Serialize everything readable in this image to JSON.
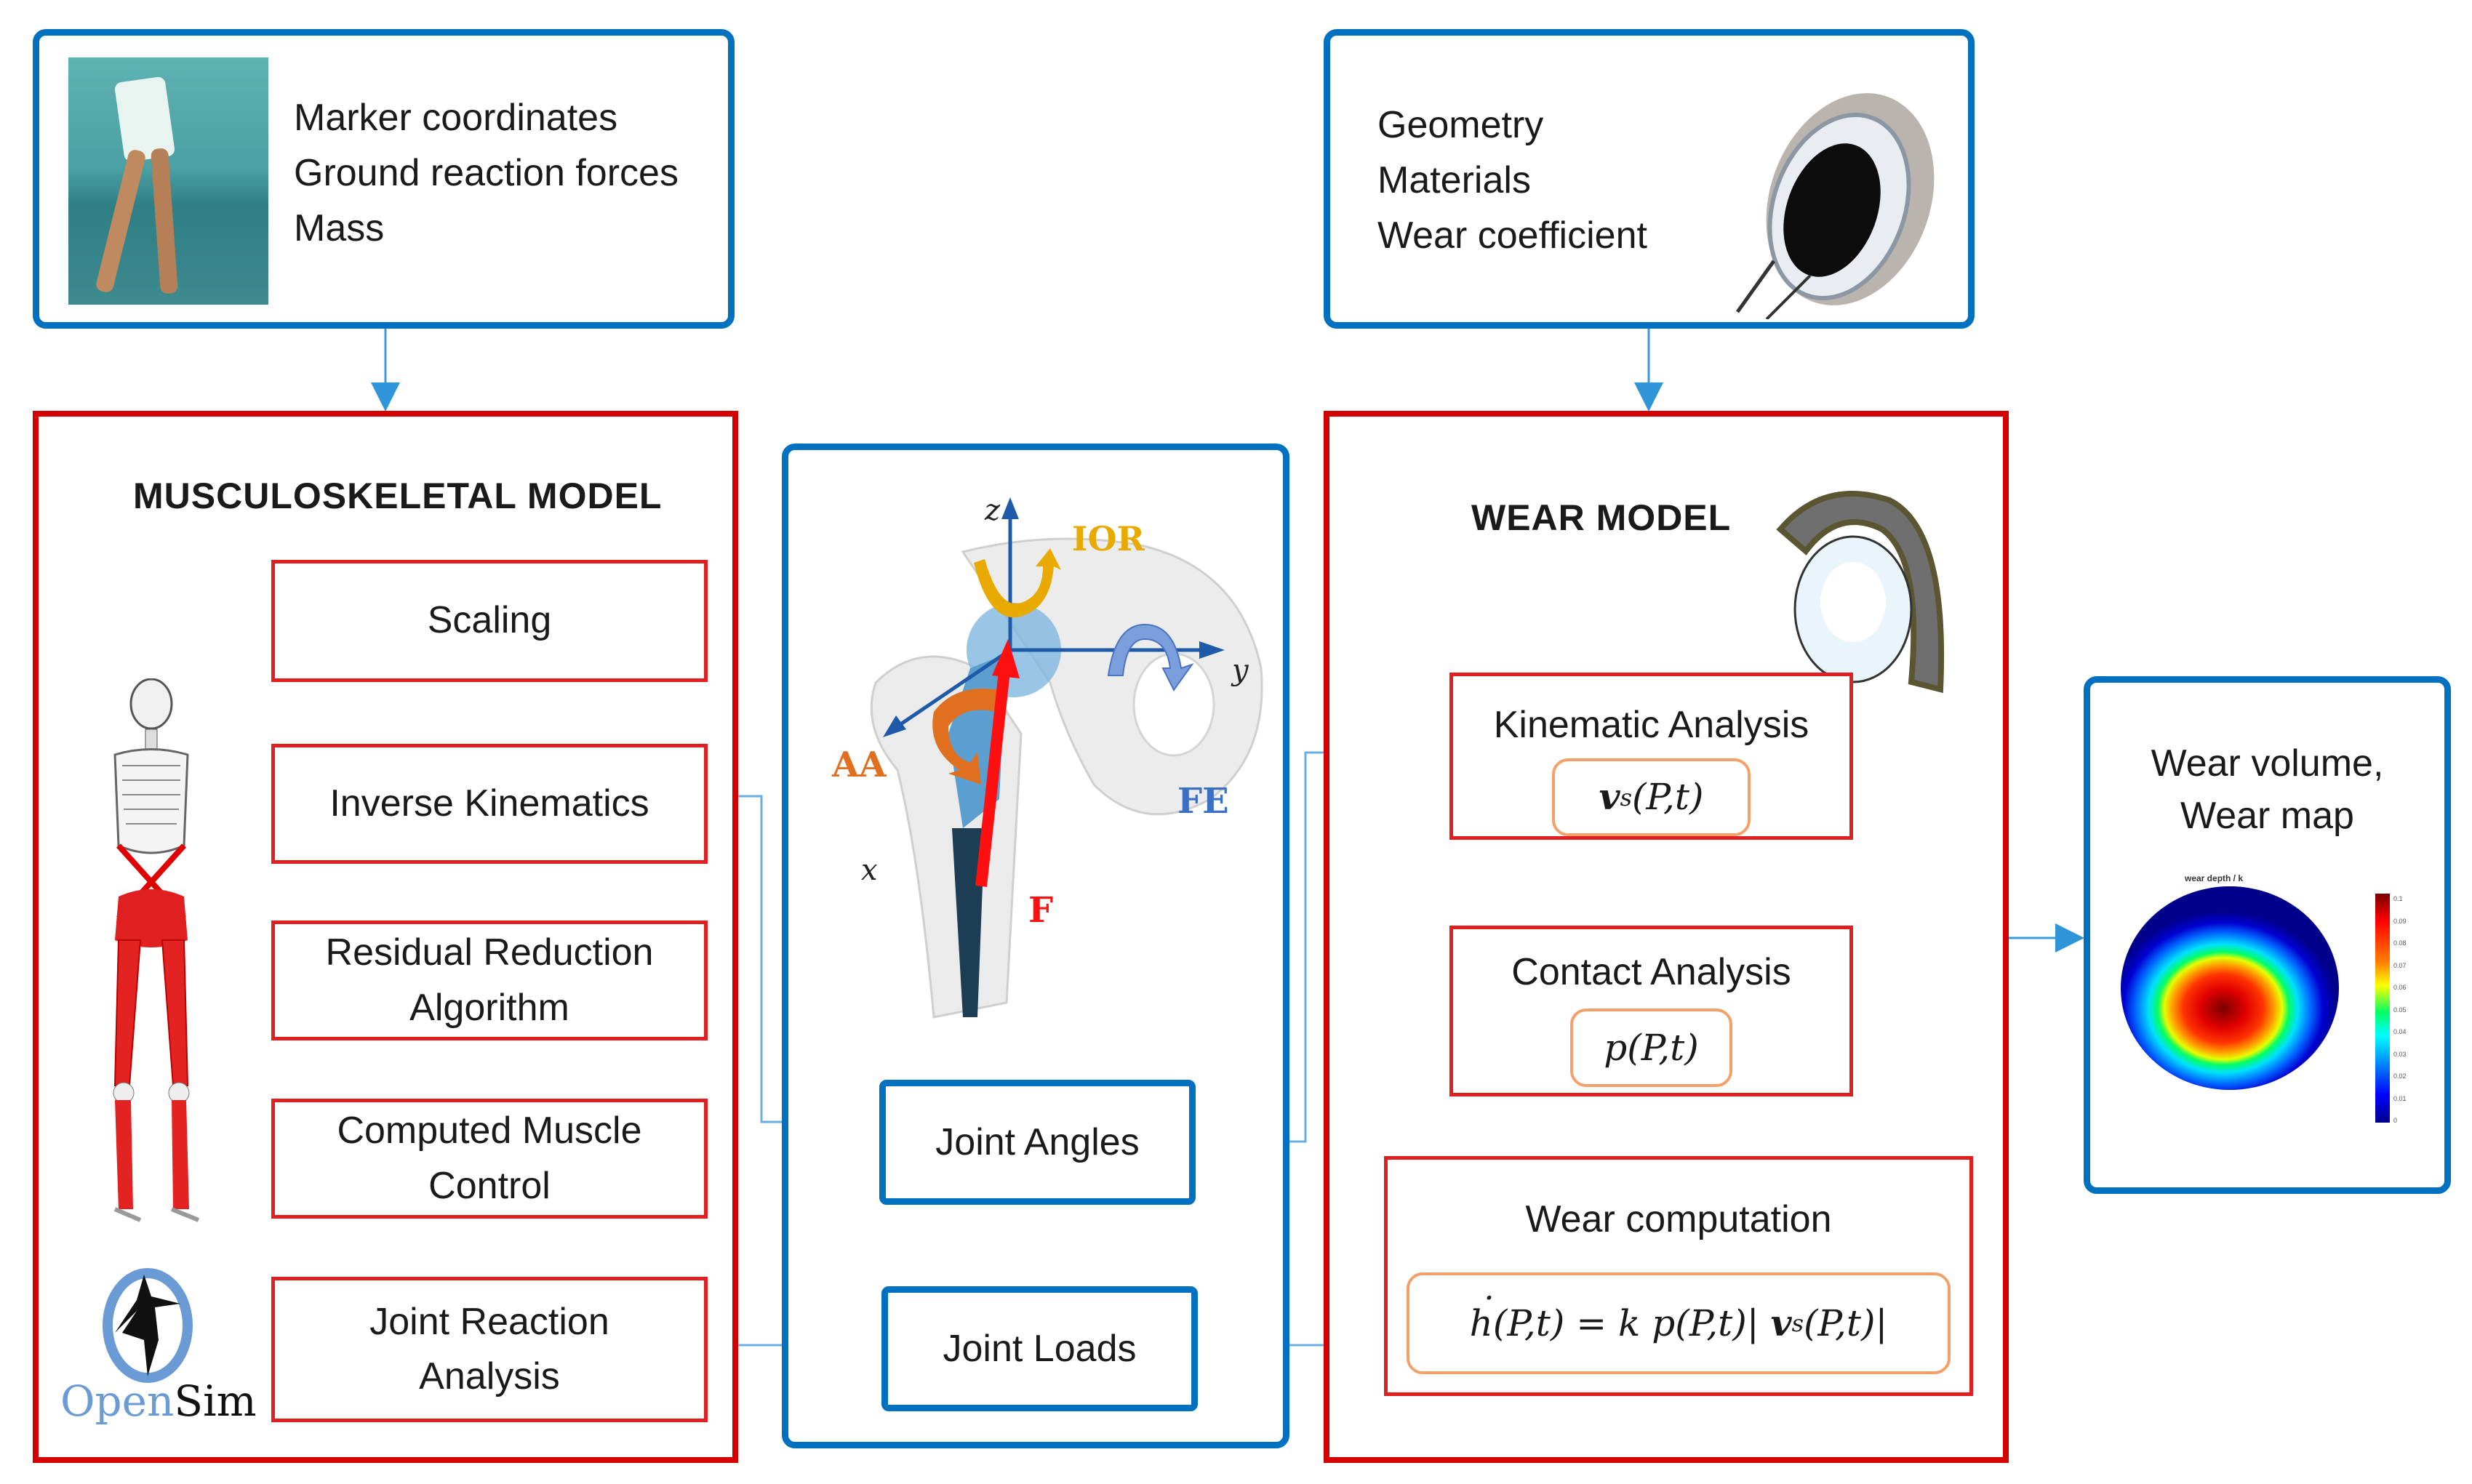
{
  "inputs": {
    "gait": {
      "image": "gait-photo",
      "lines": [
        "Marker coordinates",
        "Ground reaction forces",
        "Mass"
      ]
    },
    "implant": {
      "image": "acetabular-cup-photo",
      "lines": [
        "Geometry",
        "Materials",
        "Wear coefficient"
      ]
    }
  },
  "musculoskeletal": {
    "title": "MUSCULOSKELETAL MODEL",
    "steps": [
      {
        "line1": "Scaling",
        "line2": ""
      },
      {
        "line1": "Inverse Kinematics",
        "line2": ""
      },
      {
        "line1": "Residual Reduction",
        "line2": "Algorithm"
      },
      {
        "line1": "Computed Muscle",
        "line2": "Control"
      },
      {
        "line1": "Joint Reaction",
        "line2": "Analysis"
      }
    ],
    "logo": {
      "open": "Open",
      "sim": "Sim"
    }
  },
  "joint": {
    "axes": {
      "z": "z",
      "y": "y",
      "x": "x"
    },
    "rotations": {
      "ior": "IOR",
      "fe": "FE",
      "aa": "AA"
    },
    "force": "F",
    "outputs": {
      "angles": "Joint Angles",
      "loads": "Joint Loads"
    }
  },
  "wear": {
    "title": "WEAR MODEL",
    "kinematic": {
      "label": "Kinematic Analysis",
      "formula_main": "v",
      "formula_sub": "s",
      "formula_tail": "(P,t)"
    },
    "contact": {
      "label": "Contact Analysis",
      "formula": "p(P,t)"
    },
    "computation": {
      "label": "Wear computation",
      "formula_head": "h(P,t) = k p(P,t)| ",
      "formula_v": "v",
      "formula_sub": "s",
      "formula_tail": "(P,t)|"
    }
  },
  "output": {
    "line1": "Wear volume,",
    "line2": "Wear map",
    "map_title": "wear depth / k",
    "colorbar_ticks": [
      "0.1",
      "0.09",
      "0.08",
      "0.07",
      "0.06",
      "0.05",
      "0.04",
      "0.03",
      "0.02",
      "0.01",
      "0"
    ]
  },
  "colors": {
    "blue": "#0070c0",
    "connector_blue": "#3a9ad9",
    "red": "#d40000",
    "orange": "#f4a06a",
    "ior": "#e8a900",
    "aa": "#e07020",
    "fe": "#3a6fc4",
    "force": "#ff1010"
  }
}
